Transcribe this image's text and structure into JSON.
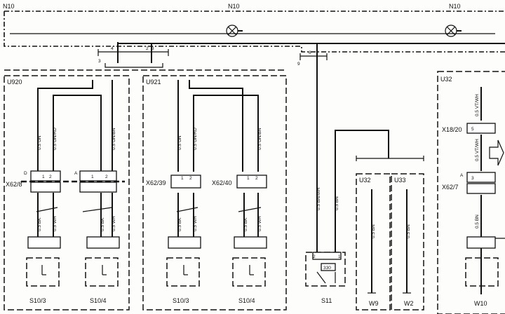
{
  "modules": {
    "n10_left": "N10",
    "n10_mid": "N10",
    "n10_right": "N10"
  },
  "busbar_numbers": {
    "a": "4",
    "b": "2",
    "c": "3",
    "d": "3",
    "e": "6",
    "f": "9"
  },
  "units": {
    "u920": "U920",
    "u921": "U921",
    "u32a": "U32",
    "u33": "U33",
    "u32b": "U32"
  },
  "wire_labels": {
    "gn": "0.5 GN",
    "gnrd": "0.5 GN/RD",
    "gnbn": "0.5 GN/BN",
    "bk": "0.5 BK",
    "wh": "0.5 WH",
    "bnwh": "0.5 BN/WH",
    "bn": "0.5 BN",
    "vtwh": "0.5 VT/WH"
  },
  "pin_labels": {
    "p1": "1",
    "p2": "2",
    "p3": "3",
    "p5": "5"
  },
  "connector_letters": {
    "d": "D",
    "a": "A"
  },
  "connectors": {
    "x62_8": "X62/8",
    "x62_39": "X62/39",
    "x62_40": "X62/40",
    "x18_20": "X18/20",
    "x62_7": "X62/7"
  },
  "component_labels": {
    "s10_3_left": "S10/3",
    "s10_4_left": "S10/4",
    "s10_3_right": "S10/3",
    "s10_4_right": "S10/4",
    "s11": "S11",
    "w9": "W9",
    "w2": "W2",
    "w10": "W10"
  },
  "switch_value": "330",
  "icons": [
    "lamp-symbol-icon",
    "continuation-arrow-icon",
    "switch-contact-icon"
  ]
}
